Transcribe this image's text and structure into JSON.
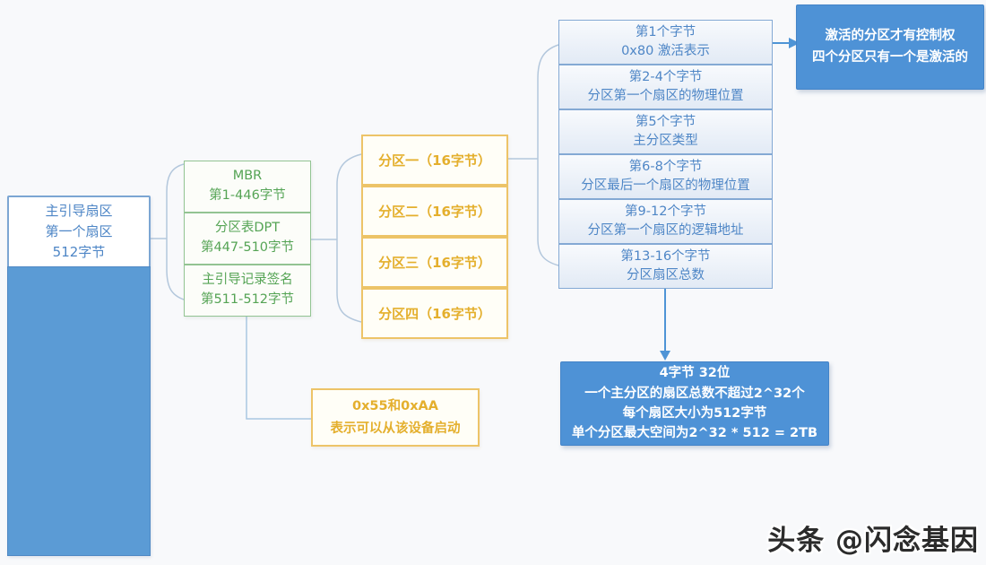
{
  "diagram": {
    "boot_sector": {
      "line1": "主引导扇区",
      "line2": "第一个扇区",
      "line3": "512字节"
    },
    "mbr_stack": [
      {
        "title": "MBR",
        "range": "第1-446字节"
      },
      {
        "title": "分区表DPT",
        "range": "第447-510字节"
      },
      {
        "title": "主引导记录签名",
        "range": "第511-512字节"
      }
    ],
    "partition_stack": [
      {
        "label": "分区一（16字节）"
      },
      {
        "label": "分区二（16字节）"
      },
      {
        "label": "分区三（16字节）"
      },
      {
        "label": "分区四（16字节）"
      }
    ],
    "entry_stack": [
      {
        "title": "第1个字节",
        "desc": "0x80 激活表示"
      },
      {
        "title": "第2-4个字节",
        "desc": "分区第一个扇区的物理位置"
      },
      {
        "title": "第5个字节",
        "desc": "主分区类型"
      },
      {
        "title": "第6-8个字节",
        "desc": "分区最后一个扇区的物理位置"
      },
      {
        "title": "第9-12个字节",
        "desc": "分区第一个扇区的逻辑地址"
      },
      {
        "title": "第13-16个字节",
        "desc": "分区扇区总数"
      }
    ],
    "active_note": {
      "line1": "激活的分区才有控制权",
      "line2": "四个分区只有一个是激活的"
    },
    "signature_note": {
      "line1": "0x55和0xAA",
      "line2": "表示可以从该设备启动"
    },
    "capacity_note": {
      "line1": "4字节 32位",
      "line2": "一个主分区的扇区总数不超过2^32个",
      "line3": "每个扇区大小为512字节",
      "line4": "单个分区最大空间为2^32 * 512 = 2TB"
    },
    "watermark": "头条 @闪念基因",
    "colors": {
      "solid_blue": "#5B9BD5",
      "filled_note_blue": "#4E92D6",
      "blue_border": "#84A9D4",
      "blue_text": "#4E86C6",
      "green_border": "#93C493",
      "green_text": "#55A455",
      "yellow_border": "#EDC468",
      "yellow_text": "#E4AF2D"
    }
  }
}
